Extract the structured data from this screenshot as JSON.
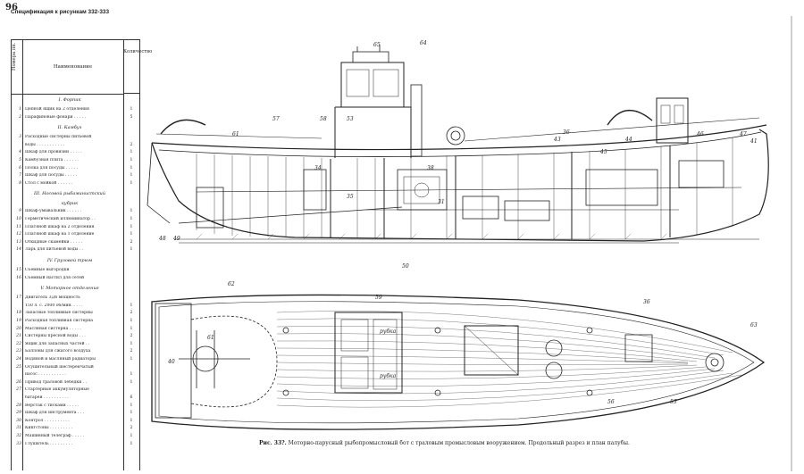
{
  "page_number": "96",
  "spec": {
    "title": "Спецификация к рисункам 332-333",
    "header": {
      "number": "Номера пп.",
      "name": "Наименование",
      "qty": "Количество"
    },
    "rows": [
      {
        "kind": "sec",
        "t": "I. Форпик"
      },
      {
        "kind": "item",
        "n": "1",
        "t": "Цепной ящик на 2 отделения",
        "q": "1"
      },
      {
        "kind": "item",
        "n": "2",
        "t": "Парафиновые фонари . . . . .",
        "q": "5"
      },
      {
        "kind": "sec",
        "t": "II. Камбуз"
      },
      {
        "kind": "item",
        "n": "3",
        "t": "Расходные систерны питьевой",
        "q": ""
      },
      {
        "kind": "cont",
        "t": "воды . . . . . . . . . . .",
        "q": "2"
      },
      {
        "kind": "item",
        "n": "4",
        "t": "Шкаф для провизии . . . . .",
        "q": "1"
      },
      {
        "kind": "item",
        "n": "5",
        "t": "Камбузная плита . . . . . .",
        "q": "1"
      },
      {
        "kind": "item",
        "n": "6",
        "t": "Полка для посуды . . . . .",
        "q": "1"
      },
      {
        "kind": "item",
        "n": "7",
        "t": "Шкаф для посуды . . . . .",
        "q": "1"
      },
      {
        "kind": "item",
        "n": "8",
        "t": "Стол с мойкой . . . . . .",
        "q": "1"
      },
      {
        "kind": "sec",
        "t": "III. Носовой рыбаминистский"
      },
      {
        "kind": "sec2",
        "t": "кубрик"
      },
      {
        "kind": "item",
        "n": "9",
        "t": "Шкаф-умывальник . . . . . .",
        "q": "1"
      },
      {
        "kind": "item",
        "n": "10",
        "t": "Герметический иллюминатор . .",
        "q": "1"
      },
      {
        "kind": "item",
        "n": "11",
        "t": "Платяной шкаф на 2 отделения",
        "q": "1"
      },
      {
        "kind": "item",
        "n": "12",
        "t": "Платяной шкаф на 1 отделение",
        "q": "1"
      },
      {
        "kind": "item",
        "n": "13",
        "t": "Откидные скамейки . . . . .",
        "q": "2"
      },
      {
        "kind": "item",
        "n": "14",
        "t": "Ларь для питьевой воды . .",
        "q": "1"
      },
      {
        "kind": "sec",
        "t": "IV. Грузовой трюм"
      },
      {
        "kind": "item",
        "n": "15",
        "t": "Съемные выгородки",
        "q": ""
      },
      {
        "kind": "item",
        "n": "16",
        "t": "Съемный настил для сетей",
        "q": ""
      },
      {
        "kind": "sec",
        "t": "V. Моторное отделение"
      },
      {
        "kind": "item",
        "n": "17",
        "t": "Двигатель 3Д6 мощность",
        "q": ""
      },
      {
        "kind": "cont",
        "t": "150 л. с. 2000 об/мин. . . . .",
        "q": "1"
      },
      {
        "kind": "item",
        "n": "18",
        "t": "Запасные топливные систерны",
        "q": "2"
      },
      {
        "kind": "item",
        "n": "19",
        "t": "Расходная топливная систерна",
        "q": "1"
      },
      {
        "kind": "item",
        "n": "20",
        "t": "Масляная систерна . . . . .",
        "q": "1"
      },
      {
        "kind": "item",
        "n": "21",
        "t": "Систерны пресной воды . . .",
        "q": "2"
      },
      {
        "kind": "item",
        "n": "22",
        "t": "Ящик для запасных частей . .",
        "q": "1"
      },
      {
        "kind": "item",
        "n": "23",
        "t": "Баллоны для сжатого воздуха",
        "q": "2"
      },
      {
        "kind": "item",
        "n": "24",
        "t": "Водяной и масляный радиаторы",
        "q": "1"
      },
      {
        "kind": "item",
        "n": "25",
        "t": "Осушительный шестеренчатый",
        "q": ""
      },
      {
        "kind": "cont",
        "t": "насос . . . . . . . . . . .",
        "q": "1"
      },
      {
        "kind": "item",
        "n": "26",
        "t": "Привод траловой лебедки . .",
        "q": "1"
      },
      {
        "kind": "item",
        "n": "27",
        "t": "Стартерные аккумуляторные",
        "q": ""
      },
      {
        "kind": "cont",
        "t": "батареи . . . . . . . . . .",
        "q": "6"
      },
      {
        "kind": "item",
        "n": "28",
        "t": "Верстак с тисками . . . . .",
        "q": "1"
      },
      {
        "kind": "item",
        "n": "29",
        "t": "Шкаф для инструмента . . .",
        "q": "1"
      },
      {
        "kind": "item",
        "n": "30",
        "t": "Контрол . . . . . . . . . .",
        "q": "1"
      },
      {
        "kind": "item",
        "n": "31",
        "t": "Кингстоны . . . . . . . . .",
        "q": "2"
      },
      {
        "kind": "item",
        "n": "32",
        "t": "Машинный телеграф . . . . .",
        "q": "1"
      },
      {
        "kind": "item",
        "n": "33",
        "t": "Глушитель . . . . . . . . .",
        "q": "1"
      }
    ]
  },
  "figure": {
    "caption_prefix": "Рис. 33?.",
    "caption_text": "Моторно-парусный рыбопромысловый бот с траловым промысловым вооружением. Продольный разрез и план палубы.",
    "profile_labels": [
      "65",
      "64",
      "58",
      "53",
      "57",
      "61",
      "34",
      "38",
      "43",
      "44",
      "36",
      "46",
      "41",
      "47",
      "45",
      "48",
      "49",
      "31",
      "35"
    ],
    "plan_labels": [
      "50",
      "62",
      "61",
      "40",
      "36",
      "55",
      "56",
      "59",
      "63"
    ],
    "plan_text_marks": [
      "рубка",
      "рубка"
    ]
  },
  "colors": {
    "ink": "#1d1d1d",
    "paper": "#ffffff"
  }
}
